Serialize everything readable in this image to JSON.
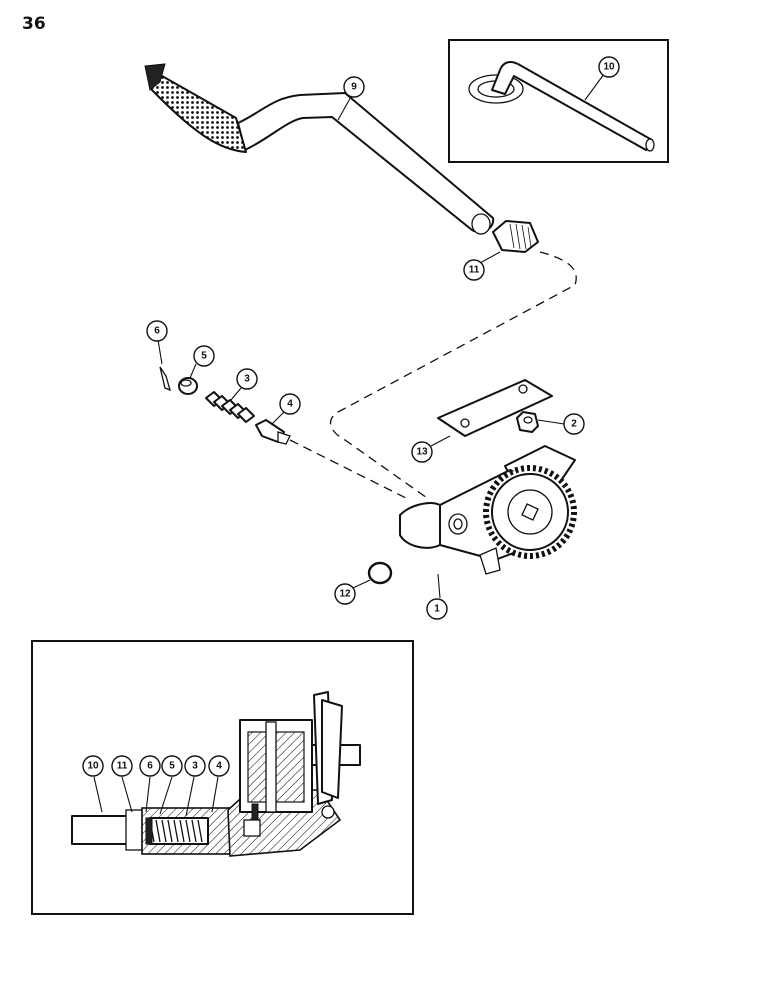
{
  "page": {
    "number": "36"
  },
  "main_callouts": [
    {
      "id": "9",
      "label": "9"
    },
    {
      "id": "10",
      "label": "10"
    },
    {
      "id": "11",
      "label": "11"
    },
    {
      "id": "6",
      "label": "6"
    },
    {
      "id": "5",
      "label": "5"
    },
    {
      "id": "3",
      "label": "3"
    },
    {
      "id": "4",
      "label": "4"
    },
    {
      "id": "2",
      "label": "2"
    },
    {
      "id": "13",
      "label": "13"
    },
    {
      "id": "12",
      "label": "12"
    },
    {
      "id": "1",
      "label": "1"
    }
  ],
  "section_callouts": [
    {
      "id": "10",
      "label": "10"
    },
    {
      "id": "11",
      "label": "11"
    },
    {
      "id": "6",
      "label": "6"
    },
    {
      "id": "5",
      "label": "5"
    },
    {
      "id": "3",
      "label": "3"
    },
    {
      "id": "4",
      "label": "4"
    }
  ]
}
